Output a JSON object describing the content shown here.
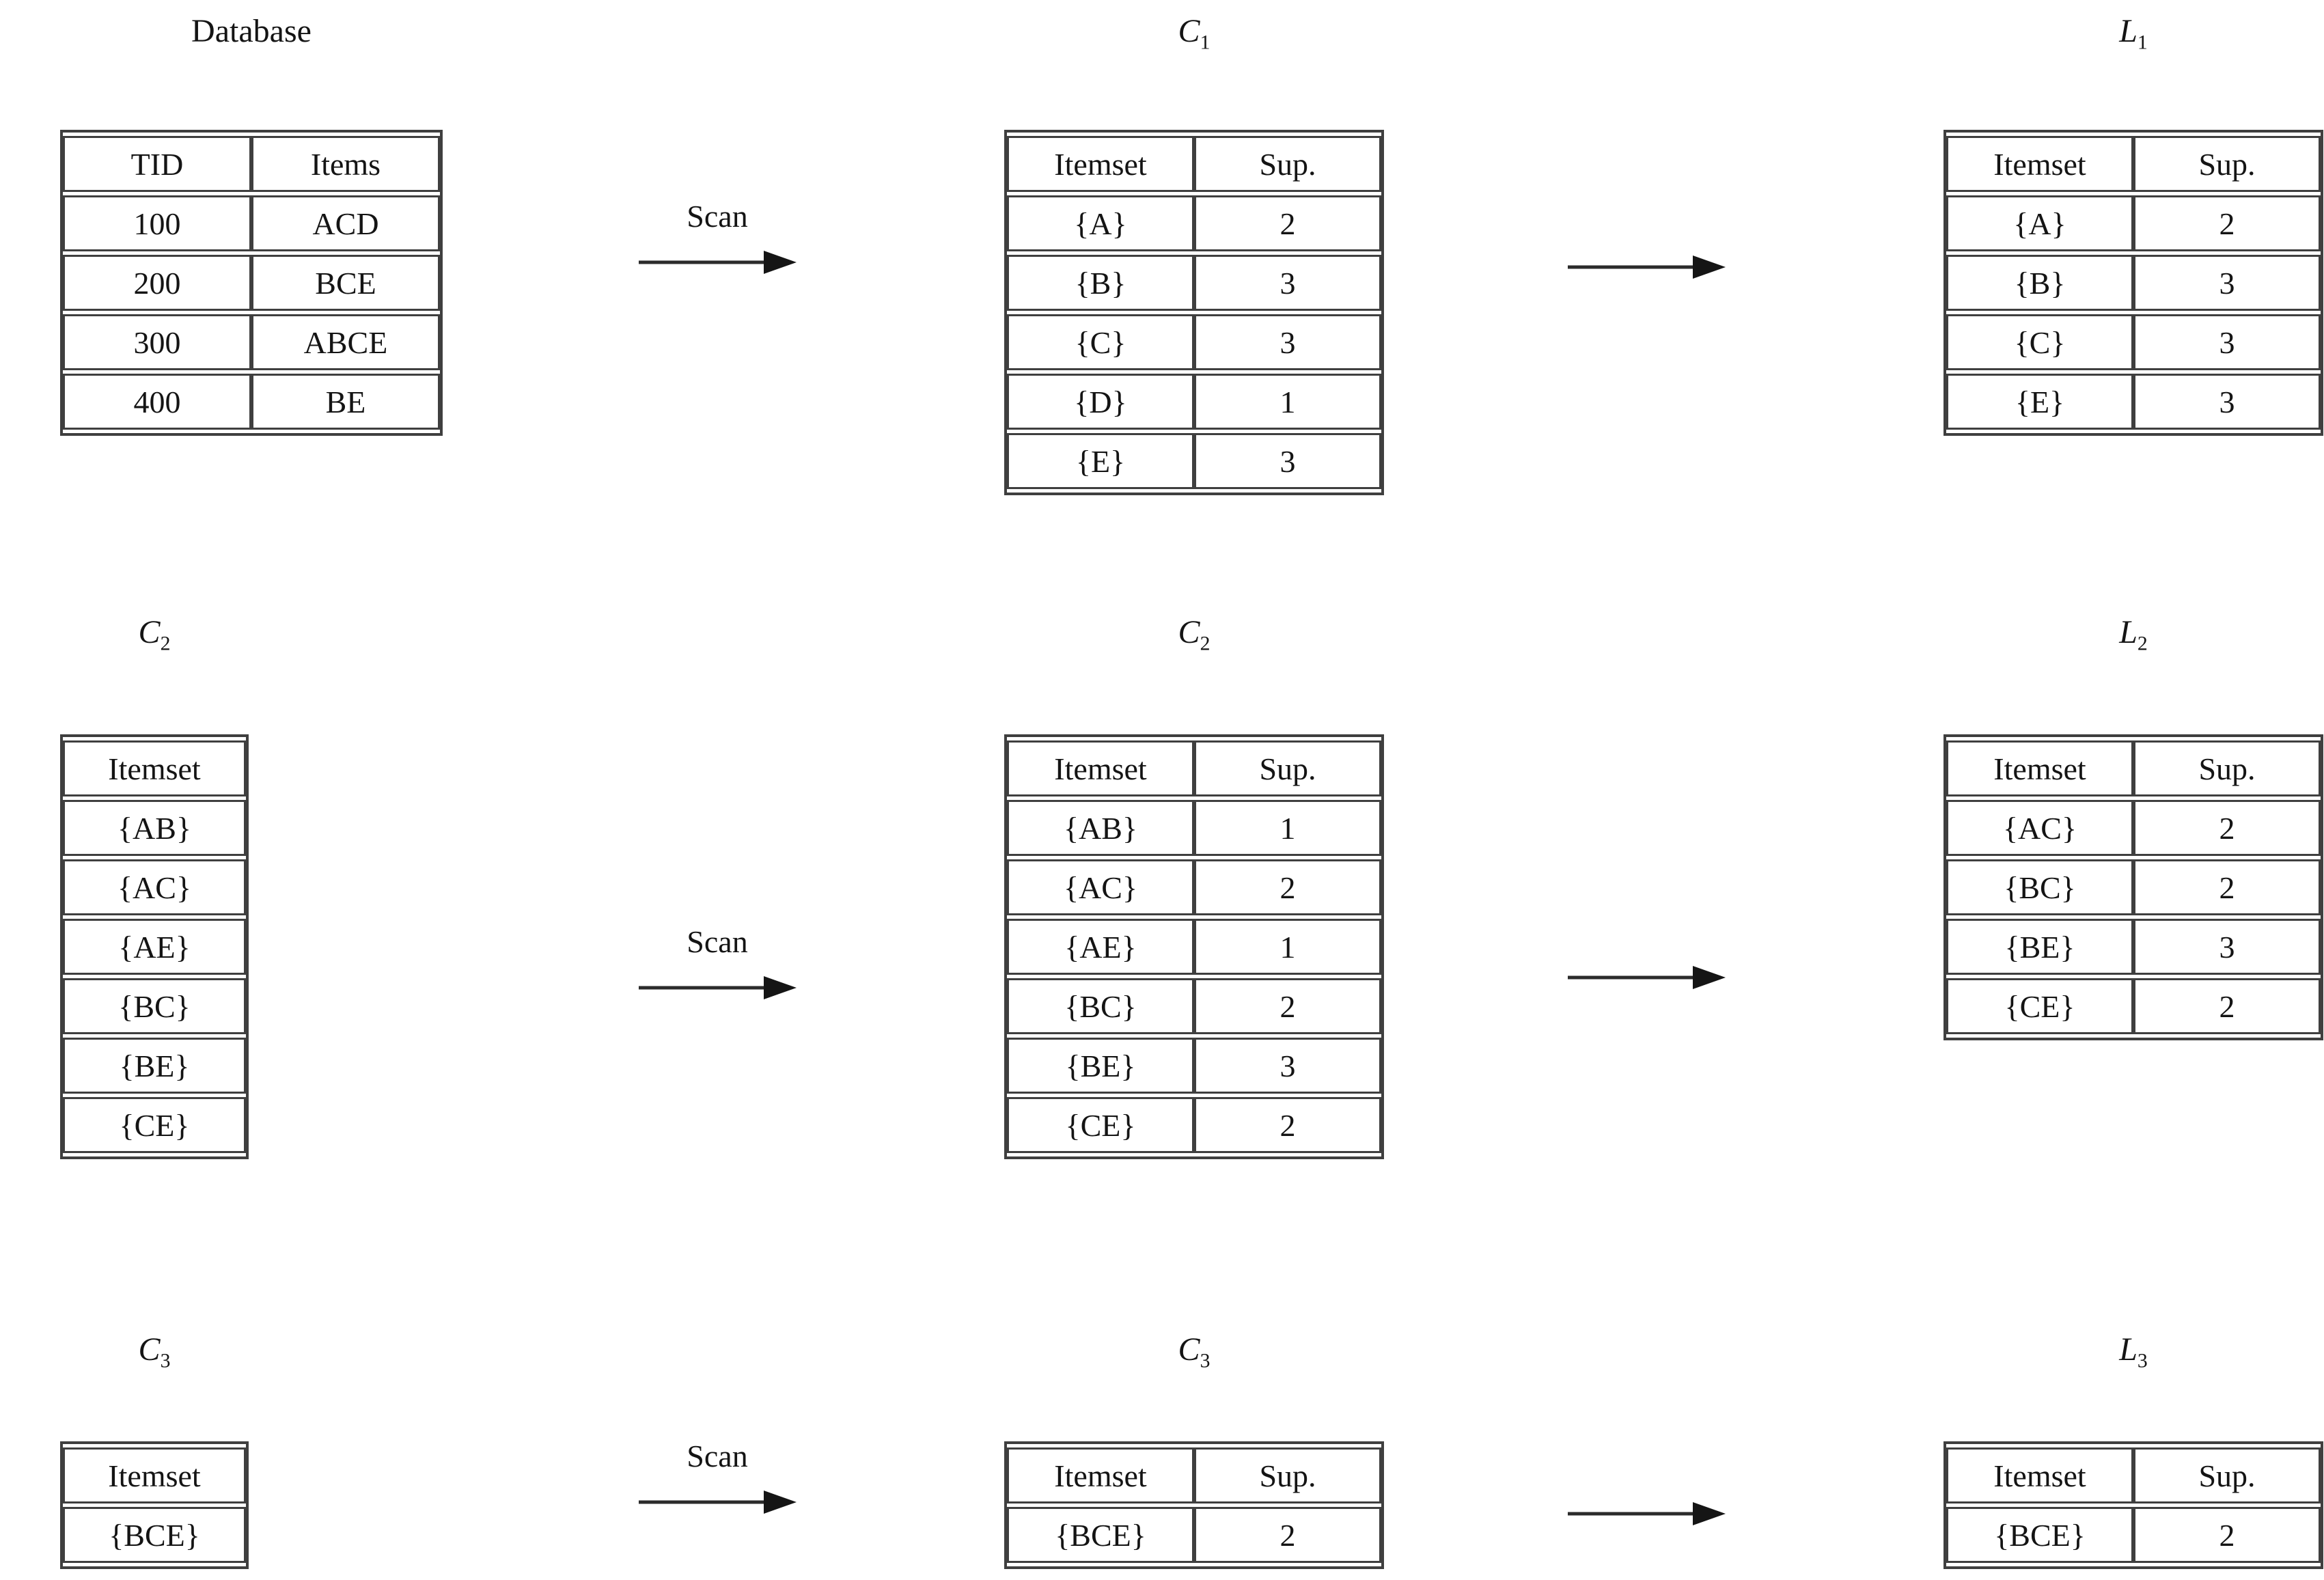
{
  "colors": {
    "background": "#ffffff",
    "table_border": "#3f3f3f",
    "text": "#141414"
  },
  "labels": {
    "database_title": "Database",
    "scan": "Scan",
    "tid_header": "TID",
    "items_header": "Items",
    "itemset_header": "Itemset",
    "sup_header": "Sup."
  },
  "titles": {
    "c1": {
      "base": "C",
      "sub": "1"
    },
    "l1": {
      "base": "L",
      "sub": "1"
    },
    "c2_left": {
      "base": "C",
      "sub": "2"
    },
    "c2": {
      "base": "C",
      "sub": "2"
    },
    "l2": {
      "base": "L",
      "sub": "2"
    },
    "c3_left": {
      "base": "C",
      "sub": "3"
    },
    "c3": {
      "base": "C",
      "sub": "3"
    },
    "l3": {
      "base": "L",
      "sub": "3"
    }
  },
  "database": {
    "rows": [
      [
        "100",
        "ACD"
      ],
      [
        "200",
        "BCE"
      ],
      [
        "300",
        "ABCE"
      ],
      [
        "400",
        "BE"
      ]
    ]
  },
  "c1": {
    "rows": [
      [
        "{A}",
        "2"
      ],
      [
        "{B}",
        "3"
      ],
      [
        "{C}",
        "3"
      ],
      [
        "{D}",
        "1"
      ],
      [
        "{E}",
        "3"
      ]
    ]
  },
  "l1": {
    "rows": [
      [
        "{A}",
        "2"
      ],
      [
        "{B}",
        "3"
      ],
      [
        "{C}",
        "3"
      ],
      [
        "{E}",
        "3"
      ]
    ]
  },
  "c2_candidates": {
    "rows": [
      "{AB}",
      "{AC}",
      "{AE}",
      "{BC}",
      "{BE}",
      "{CE}"
    ]
  },
  "c2": {
    "rows": [
      [
        "{AB}",
        "1"
      ],
      [
        "{AC}",
        "2"
      ],
      [
        "{AE}",
        "1"
      ],
      [
        "{BC}",
        "2"
      ],
      [
        "{BE}",
        "3"
      ],
      [
        "{CE}",
        "2"
      ]
    ]
  },
  "l2": {
    "rows": [
      [
        "{AC}",
        "2"
      ],
      [
        "{BC}",
        "2"
      ],
      [
        "{BE}",
        "3"
      ],
      [
        "{CE}",
        "2"
      ]
    ]
  },
  "c3_candidates": {
    "rows": [
      "{BCE}"
    ]
  },
  "c3": {
    "rows": [
      [
        "{BCE}",
        "2"
      ]
    ]
  },
  "l3": {
    "rows": [
      [
        "{BCE}",
        "2"
      ]
    ]
  }
}
